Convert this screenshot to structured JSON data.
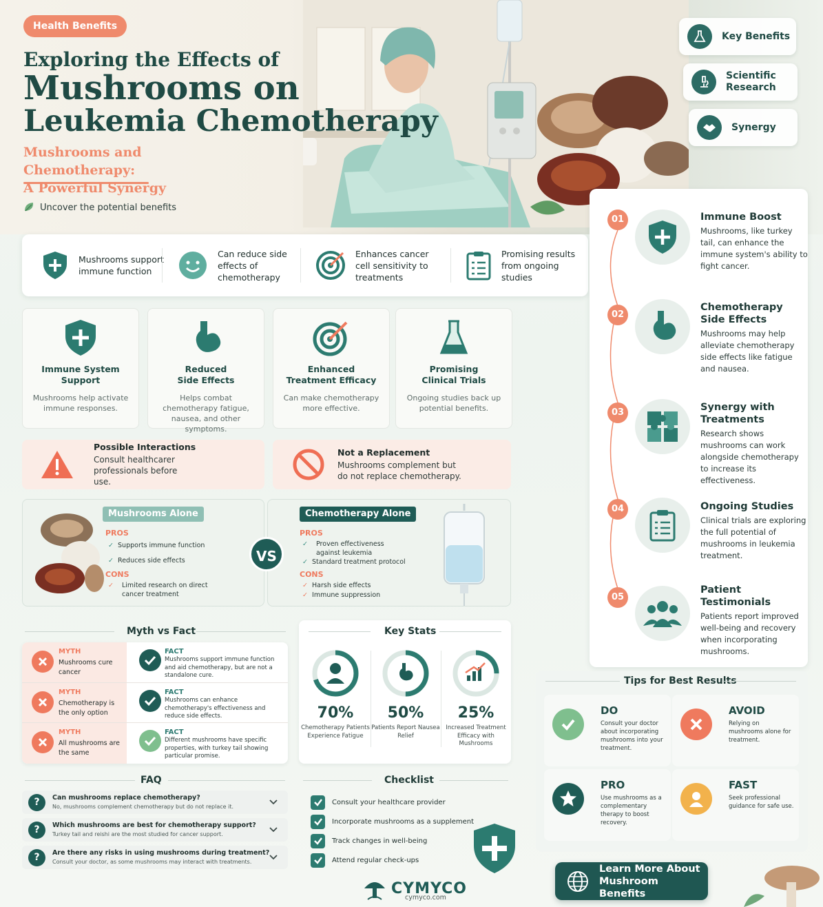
{
  "hero": {
    "badge": "Health Benefits",
    "title_line1": "Exploring the Effects of",
    "title_line2": "Mushrooms on",
    "title_line3": "Leukemia Chemotherapy",
    "subtitle_line1": "Mushrooms and Chemotherapy:",
    "subtitle_line2": "A Powerful Synergy",
    "tagline": "Uncover the potential benefits"
  },
  "side_pills": [
    {
      "label": "Key Benefits",
      "icon": "flask-icon"
    },
    {
      "label": "Scientific Research",
      "icon": "microscope-icon"
    },
    {
      "label": "Synergy",
      "icon": "handshake-icon"
    }
  ],
  "summary": [
    {
      "text": "Mushrooms support immune function",
      "icon": "shield-plus-icon"
    },
    {
      "text": "Can reduce side effects of chemotherapy",
      "icon": "smile-icon"
    },
    {
      "text": "Enhances cancer cell sensitivity to treatments",
      "icon": "target-icon"
    },
    {
      "text": "Promising results from ongoing studies",
      "icon": "clipboard-icon"
    }
  ],
  "benefits": [
    {
      "title_l1": "Immune System",
      "title_l2": "Support",
      "desc": "Mushrooms help activate immune responses.",
      "icon": "shield-plus-icon"
    },
    {
      "title_l1": "Reduced",
      "title_l2": "Side Effects",
      "desc": "Helps combat chemotherapy fatigue, nausea, and other symptoms.",
      "icon": "stomach-icon"
    },
    {
      "title_l1": "Enhanced",
      "title_l2": "Treatment Efficacy",
      "desc": "Can make chemotherapy more effective.",
      "icon": "target-icon"
    },
    {
      "title_l1": "Promising",
      "title_l2": "Clinical Trials",
      "desc": "Ongoing studies back up potential benefits.",
      "icon": "flask-icon"
    }
  ],
  "warnings": [
    {
      "title": "Possible Interactions",
      "text": "Consult healthcarer professionals before use.",
      "icon": "warning-triangle-icon"
    },
    {
      "title": "Not a Replacement",
      "text": "Mushrooms complement but do not replace chemotherapy.",
      "icon": "prohibited-icon"
    }
  ],
  "versus": {
    "left_title": "Mushrooms Alone",
    "right_title": "Chemotherapy Alone",
    "vs": "VS",
    "pros_label": "PROS",
    "cons_label": "CONS",
    "left_pros": [
      "Supports immune function",
      "Reduces side effects"
    ],
    "left_cons": [
      "Limited research on direct cancer treatment"
    ],
    "right_pros": [
      "Proven effectiveness against leukemia",
      "Standard treatment protocol"
    ],
    "right_cons": [
      "Harsh side effects",
      "Immune suppression"
    ]
  },
  "myth_fact": {
    "heading": "Myth vs Fact",
    "myth_label": "MYTH",
    "fact_label": "FACT",
    "rows": [
      {
        "myth": "Mushrooms cure cancer",
        "fact": "Mushrooms support immune function and aid chemotherapy, but are not a standalone cure."
      },
      {
        "myth": "Chemotherapy is the only option",
        "fact": "Mushrooms can enhance chemotherapy's effectiveness and reduce side effects."
      },
      {
        "myth": "All mushrooms are the same",
        "fact": "Different mushrooms have specific properties, with turkey tail showing particular promise."
      }
    ]
  },
  "key_stats": {
    "heading": "Key Stats",
    "items": [
      {
        "value": "70%",
        "fraction": 0.7,
        "caption": "Chemotherapy Patients Experience Fatigue",
        "icon": "tired-person-icon"
      },
      {
        "value": "50%",
        "fraction": 0.5,
        "caption": "Patients Report Nausea Relief",
        "icon": "stomach-icon"
      },
      {
        "value": "25%",
        "fraction": 0.25,
        "caption": "Increased Treatment Efficacy with Mushrooms",
        "icon": "bar-chart-icon"
      }
    ]
  },
  "timeline": [
    {
      "num": "01",
      "title": "Immune Boost",
      "desc": "Mushrooms, like turkey tail, can enhance the immune system's ability to fight cancer.",
      "icon": "shield-plus-icon"
    },
    {
      "num": "02",
      "title": "Chemotherapy Side Effects",
      "desc": "Mushrooms may help alleviate chemotherapy side effects like fatigue and nausea.",
      "icon": "stomach-icon"
    },
    {
      "num": "03",
      "title": "Synergy with Treatments",
      "desc": "Research shows mushrooms can work alongside chemotherapy to increase its effectiveness.",
      "icon": "puzzle-icon"
    },
    {
      "num": "04",
      "title": "Ongoing Studies",
      "desc": "Clinical trials are exploring the full potential of mushrooms in leukemia treatment.",
      "icon": "clipboard-icon"
    },
    {
      "num": "05",
      "title": "Patient Testimonials",
      "desc": "Patients report improved well-being and recovery when incorporating mushrooms.",
      "icon": "people-icon"
    }
  ],
  "tips": {
    "heading": "Tips for Best Results",
    "items": [
      {
        "title": "DO",
        "desc": "Consult your doctor about incorporating mushrooms into your treatment.",
        "color": "#7fbf8e",
        "icon": "check-icon"
      },
      {
        "title": "AVOID",
        "desc": "Relying on mushrooms alone for treatment.",
        "color": "#ef7a5e",
        "icon": "x-icon"
      },
      {
        "title": "PRO",
        "desc": "Use mushrooms as a complementary therapy to boost recovery.",
        "color": "#1f5c56",
        "icon": "star-icon"
      },
      {
        "title": "FAST",
        "desc": "Seek professional guidance for safe use.",
        "color": "#f2b24c",
        "icon": "person-icon"
      }
    ]
  },
  "faq": {
    "heading": "FAQ",
    "items": [
      {
        "q": "Can mushrooms replace chemotherapy?",
        "a": "No, mushrooms complement chemotherapy but do not replace it."
      },
      {
        "q": "Which mushrooms are best for chemotherapy support?",
        "a": "Turkey tail and reishi are the most studied for cancer support."
      },
      {
        "q": "Are there any risks in using mushrooms during treatment?",
        "a": "Consult your doctor, as some mushrooms may interact with treatments."
      }
    ]
  },
  "checklist": {
    "heading": "Checklist",
    "items": [
      "Consult your healthcare provider",
      "Incorporate mushrooms as a supplement",
      "Track changes in well-being",
      "Attend regular check-ups"
    ]
  },
  "brand": {
    "name": "CYMYCO",
    "url": "cymyco.com"
  },
  "cta": {
    "line1": "Learn More About",
    "line2": "Mushroom Benefits"
  },
  "colors": {
    "teal": "#1f5c56",
    "coral": "#ef8a6c",
    "light": "#eef3ee"
  }
}
